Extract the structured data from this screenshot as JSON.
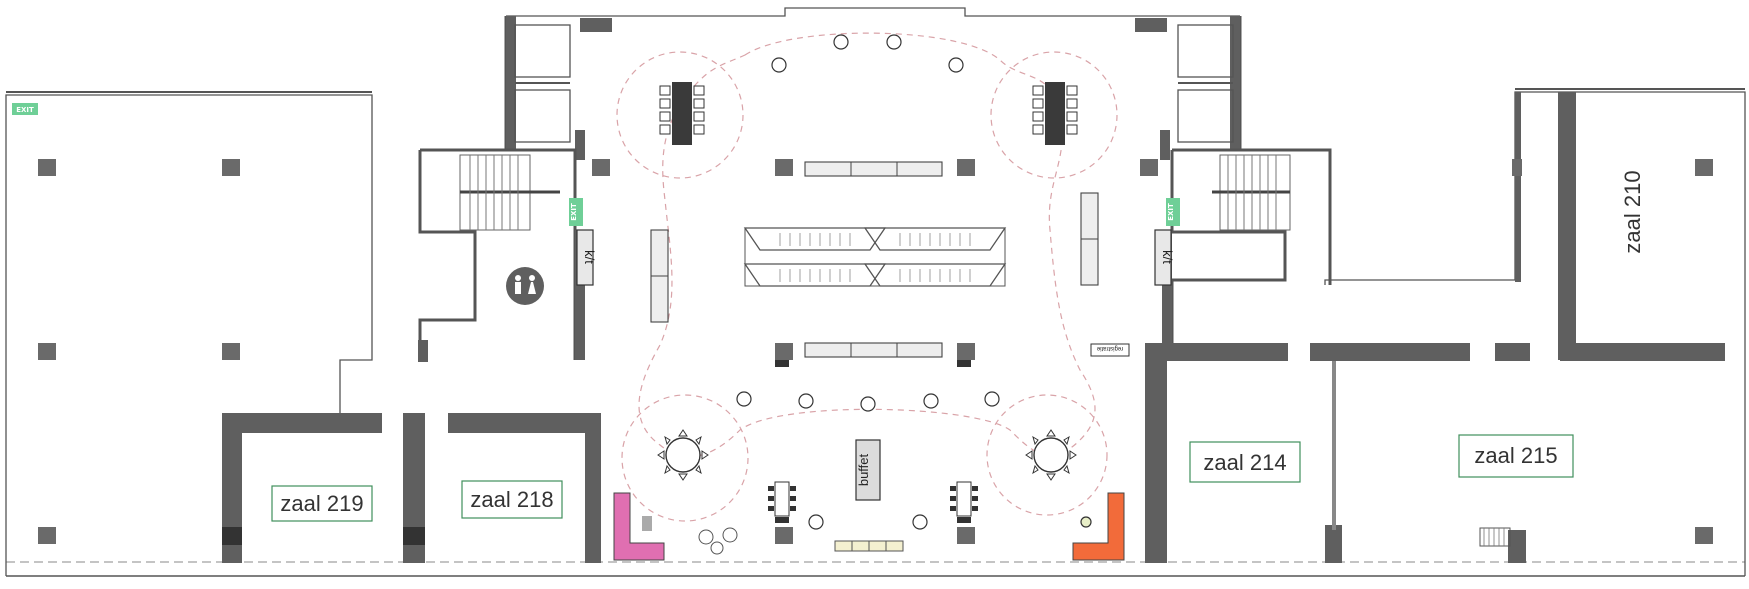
{
  "rooms": {
    "zaal_210": "zaal 210",
    "zaal_214": "zaal 214",
    "zaal_215": "zaal 215",
    "zaal_218": "zaal 218",
    "zaal_219": "zaal 219"
  },
  "labels": {
    "buffet": "buffet",
    "kt_left": "k/t",
    "kt_right": "k/t",
    "registratie": "registratie",
    "exit_1": "EXIT",
    "exit_2": "EXIT",
    "exit_3": "EXIT"
  },
  "colors": {
    "wall": "#5f5f5f",
    "label_border": "#3f8f5c",
    "exit_green": "#6fcf97",
    "pink_sofa": "#e06fb1",
    "orange_sofa": "#f26b3a",
    "dashed_zone": "#d9a3a8"
  },
  "icons": {
    "toilet": "toilet-icon"
  }
}
